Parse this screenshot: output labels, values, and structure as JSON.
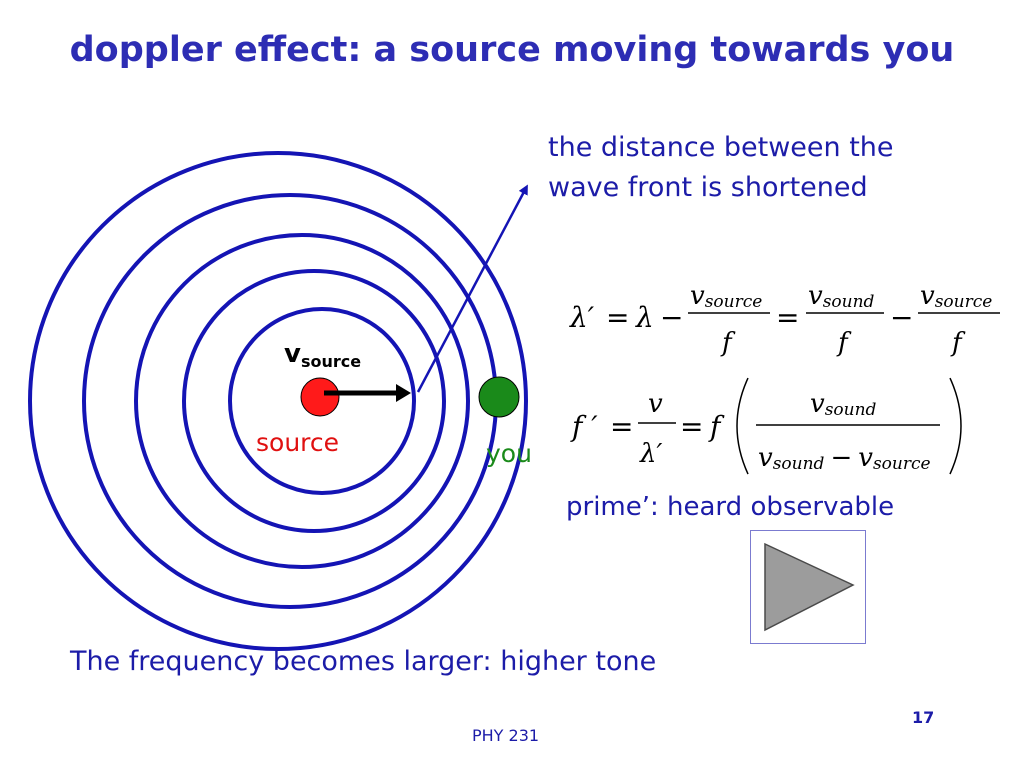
{
  "slide": {
    "title": "doppler effect: a source moving towards you",
    "note": "the distance between the wave front is shortened",
    "prime_note": "prime’: heard observable",
    "bottom_text": "The frequency becomes larger: higher tone",
    "footer": "PHY 231",
    "page_number": "17"
  },
  "diagram": {
    "velocity_symbol": "v",
    "velocity_subscript": "source",
    "source_label": "source",
    "observer_label": "you",
    "colors": {
      "wavefront": "#1414b4",
      "source": "#ff1a1a",
      "observer": "#1a8a1a",
      "source_label": "#e01010",
      "observer_label": "#1a8a1a",
      "play_triangle": "#9c9c9c"
    }
  },
  "equations": {
    "lambda_prime": "λ′",
    "lambda": "λ",
    "f_prime": "f ′",
    "f": "f",
    "v": "v",
    "sub_source": "source",
    "sub_sound": "sound",
    "equals": "=",
    "minus": "−"
  },
  "controls": {
    "play_icon": "play-icon"
  }
}
